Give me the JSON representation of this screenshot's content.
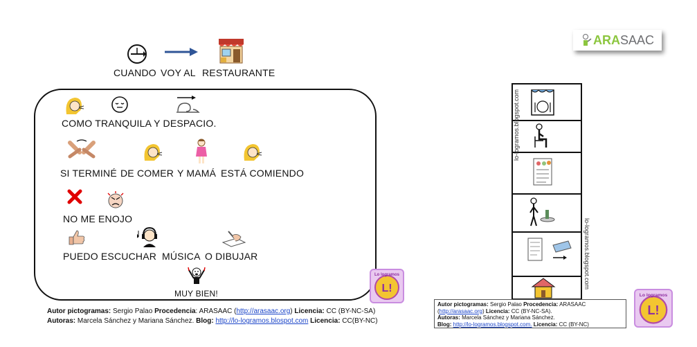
{
  "header": {
    "words": [
      "CUANDO",
      "VOY AL",
      "RESTAURANTE"
    ]
  },
  "rows": [
    {
      "words": [
        "COMO TRANQUILA Y DESPACIO."
      ]
    },
    {
      "words": [
        "SI TERMINÉ",
        "DE COMER",
        "Y MAMÁ",
        "ESTÁ COMIENDO"
      ]
    },
    {
      "words": [
        "NO ME ENOJO"
      ]
    },
    {
      "words": [
        "PUEDO ESCUCHAR",
        "MÚSICA",
        "O DIBUJAR"
      ]
    },
    {
      "words": [
        "MUY BIEN!"
      ]
    }
  ],
  "credits": {
    "line1": {
      "l1": "Autor pictogramas:",
      "v1": " Sergio Palao ",
      "l2": "Procedencia",
      "v2": ": ARASAAC (",
      "link": "http://arasaac.org",
      "v3": ") ",
      "l3": "Licencia:",
      "v4": " CC (BY-NC-SA)"
    },
    "line2": {
      "l1": "Autoras:",
      "v1": " Marcela Sánchez y Mariana Sánchez. ",
      "l2": "Blog:",
      "v2": " ",
      "link": "http://lo-logramos.blospot.com",
      "v3": " ",
      "l3": "Licencia:",
      "v4": " CC(BY-NC)"
    }
  },
  "strip": {
    "side_text_left": "lo-logramos.blogspot.com",
    "side_text_right": "lo-logramos.blogspot.com"
  },
  "credit_box": {
    "line1_label": "Autor pictogramas:",
    "line1_value": " Sergio Palao ",
    "line1_label2": "Procedencia:",
    "line1_value2": " ARASAAC",
    "line2_open": "(",
    "line2_link": "http://arasaac.org",
    "line2_mid": ") ",
    "line2_label": "Licencia:",
    "line2_value": " CC (BY-NC-SA).",
    "line3_label": "Autoras:",
    "line3_value": " Marcela Sánchez y Mariana Sánchez.",
    "line4_label": "Blog:",
    "line4_sp": " ",
    "line4_link": "http://lo-logramos.blogspot.com.",
    "line4_label2": " Licencia:",
    "line4_value": " CC (BY-NC)"
  },
  "arasaac_logo": {
    "part1": "ARA",
    "part2": "SAAC"
  },
  "badge": {
    "top_text": "Lo logramos",
    "letter": "L!"
  },
  "colors": {
    "link": "#1a44c8",
    "arrow": "#2f5597",
    "cross": "#e00000",
    "ara_green": "#8cc63f",
    "ara_grey": "#6d6e71",
    "badge_bg": "#e9c9f0",
    "badge_circle": "#f3c531"
  }
}
